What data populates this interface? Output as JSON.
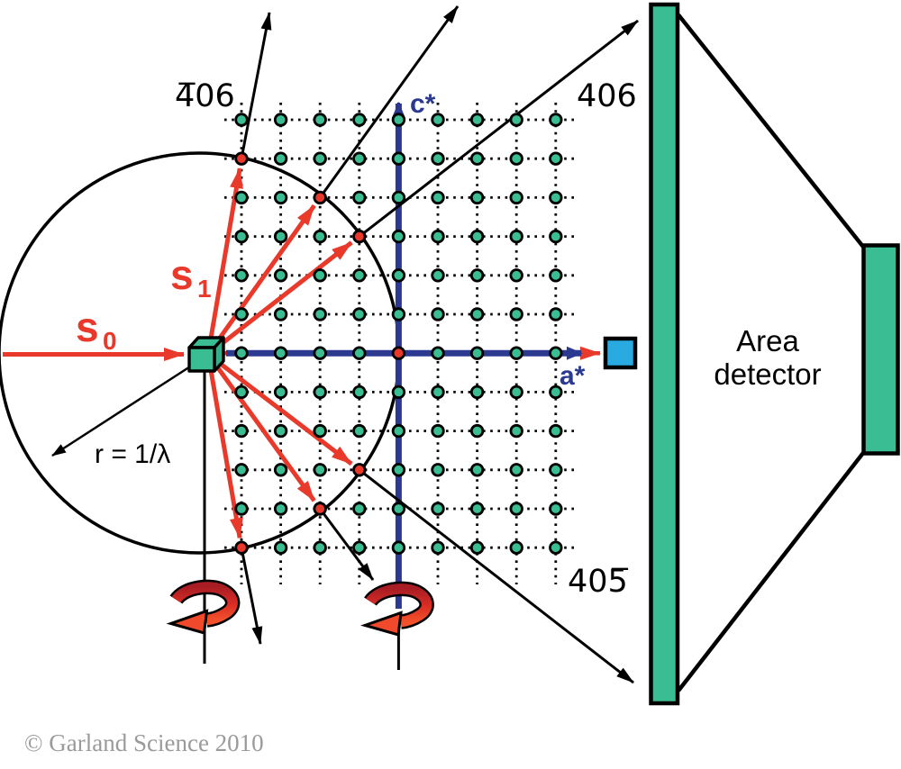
{
  "figure": {
    "description": "Ewald sphere construction with rotating crystal and area detector",
    "reflections": {
      "top_left": "4̅06",
      "top_right": "406",
      "bottom_right": "405̅"
    },
    "beam_vectors": {
      "s0": {
        "base": "s",
        "sub": "0"
      },
      "s1": {
        "base": "s",
        "sub": "1"
      }
    },
    "axes": {
      "horizontal_label": "a*",
      "vertical_label": "c*"
    },
    "radius_annotation": "r = 1/λ",
    "detector_label": {
      "line1": "Area",
      "line2": "detector"
    },
    "copyright": "© Garland Science 2010",
    "colors": {
      "lattice_green": "#3BBD93",
      "beam_red": "#E8392B",
      "axis_navy": "#2B3991",
      "beam_stop_blue": "#29ABE2",
      "rotation_arrow_dark": "#A81D23",
      "rotation_arrow_bright": "#F0492B",
      "copyright_gray": "#9A9A9A"
    },
    "lattice": {
      "columns": 9,
      "rows": 12,
      "red_points_grid": [
        [
          0,
          1
        ],
        [
          2,
          2
        ],
        [
          3,
          3
        ],
        [
          4,
          6
        ],
        [
          3,
          9
        ],
        [
          2,
          10
        ],
        [
          0,
          11
        ]
      ],
      "origin_grid": [
        4,
        6
      ]
    }
  }
}
